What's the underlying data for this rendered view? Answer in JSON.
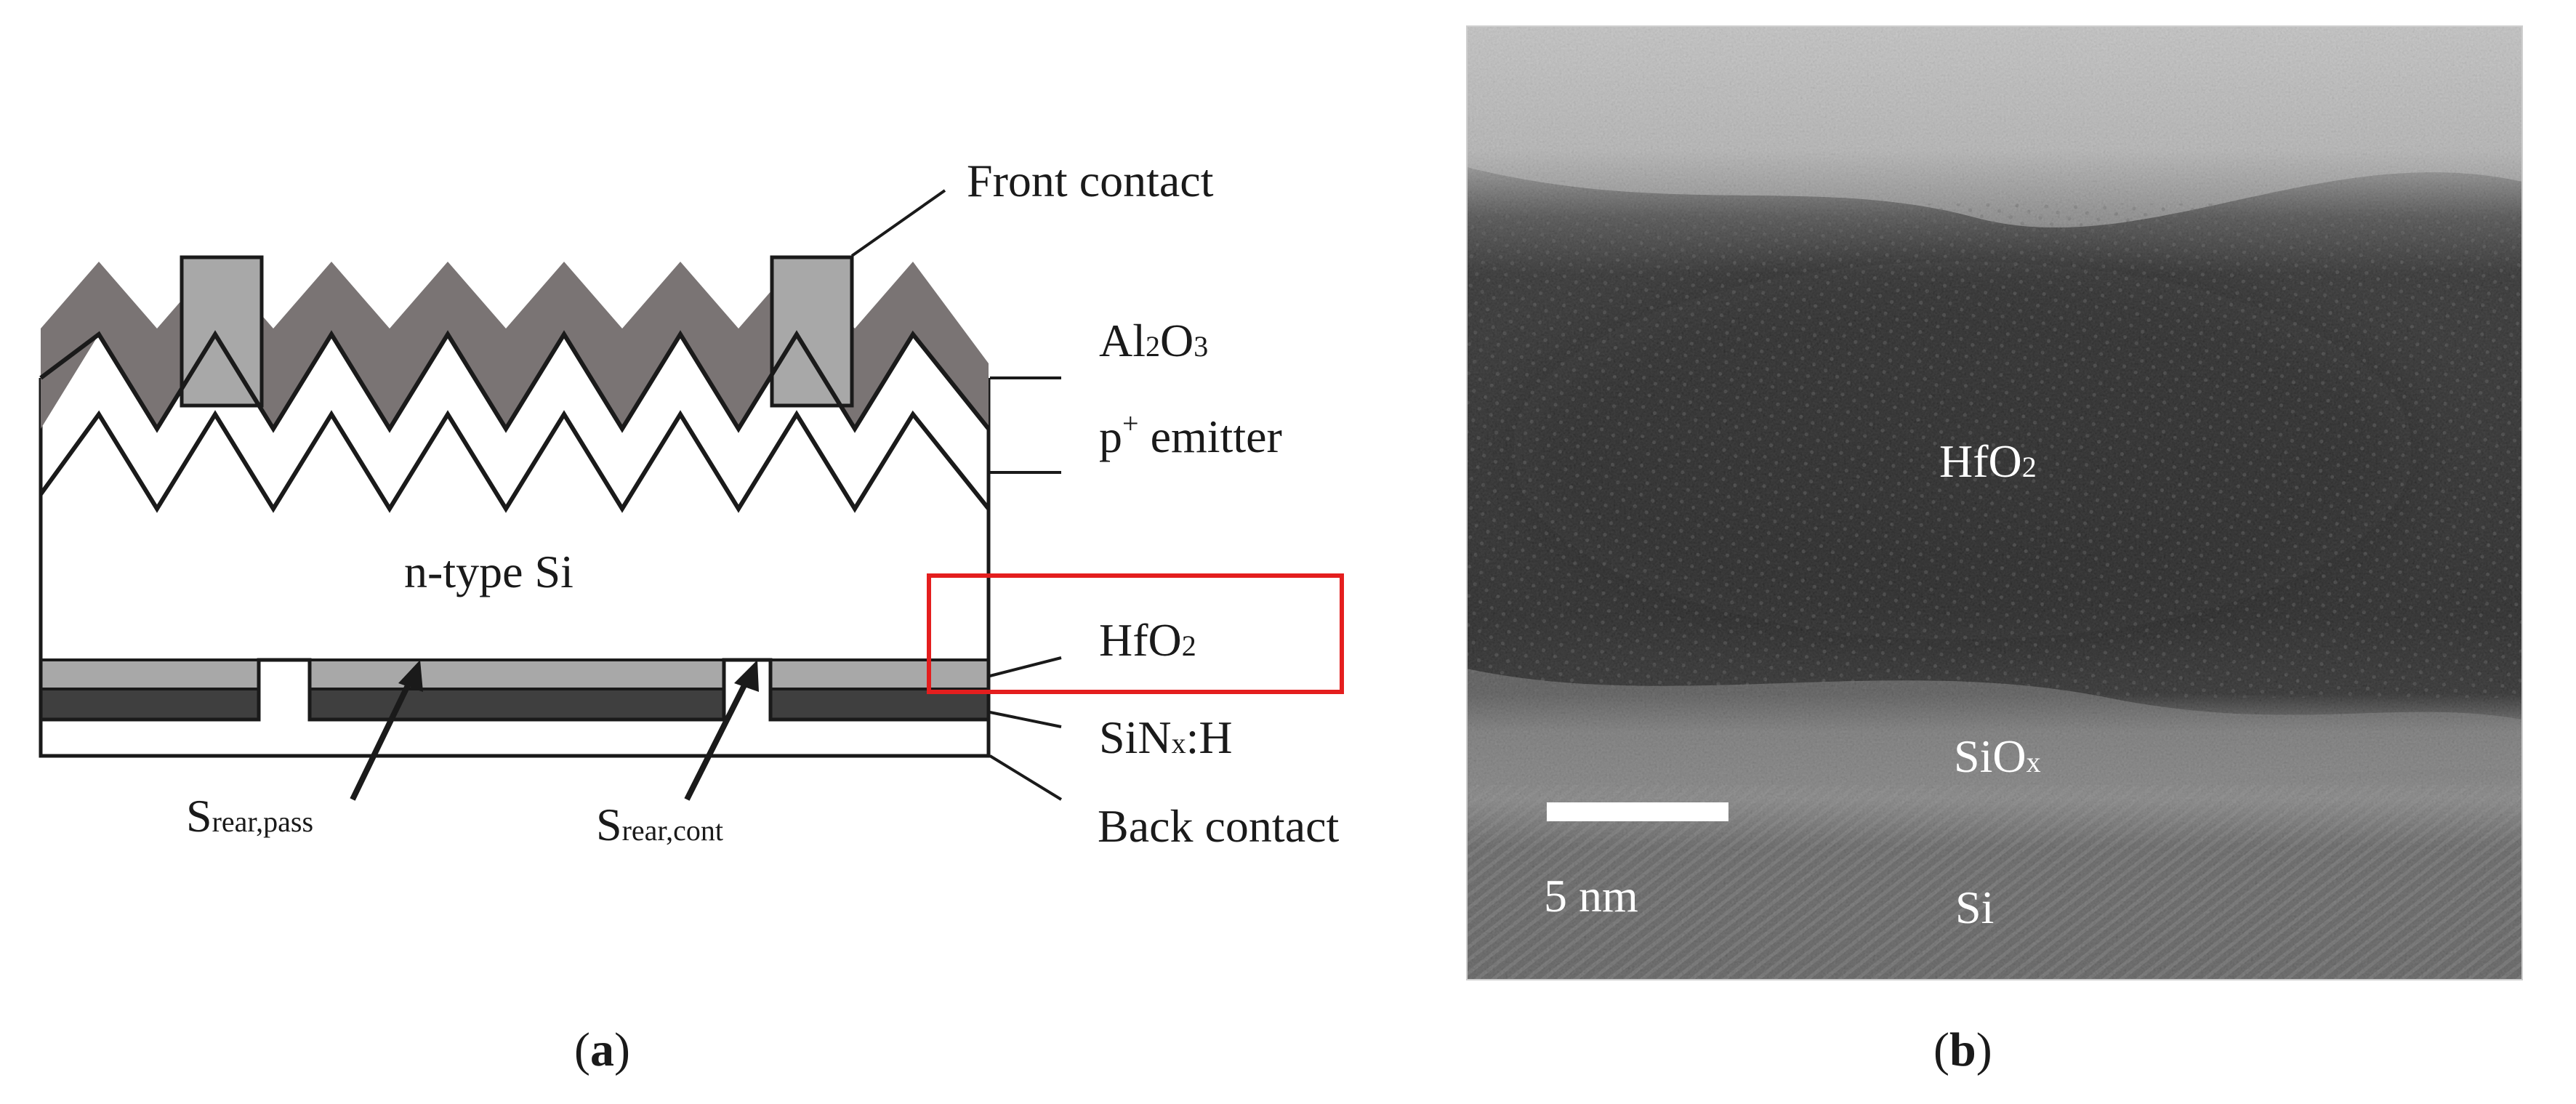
{
  "panel_a": {
    "caption": {
      "open": "(",
      "letter": "a",
      "close": ")"
    },
    "labels": {
      "front_contact": "Front contact",
      "al2o3": {
        "main_1": "Al",
        "sub_1": "2",
        "main_2": "O",
        "sub_2": "3"
      },
      "p_emitter": {
        "main": "p",
        "sup": "+",
        "rest": " emitter"
      },
      "n_type_si": "n-type Si",
      "hfo2": {
        "main": "HfO",
        "sub": "2"
      },
      "sinx": {
        "main": "SiN",
        "sub": "x",
        "rest": ":H"
      },
      "back_contact": "Back contact",
      "s_rear_pass": {
        "main": "S",
        "sub": "rear,pass"
      },
      "s_rear_cont": {
        "main": "S",
        "sub": "rear,cont"
      }
    },
    "colors": {
      "al2o3_layer": "#7a7474",
      "front_contact": "#a8a8a8",
      "hfo2_layer": "#a8a8a8",
      "sinx_layer": "#3f3f3f",
      "highlight_box": "#e41e1e"
    }
  },
  "panel_b": {
    "caption": {
      "open": "(",
      "letter": "b",
      "close": ")"
    },
    "labels": {
      "hfo2": {
        "main": "HfO",
        "sub": "2"
      },
      "siox": {
        "main": "SiO",
        "sub": "x"
      },
      "si": "Si",
      "scale_bar": "5 nm"
    }
  }
}
